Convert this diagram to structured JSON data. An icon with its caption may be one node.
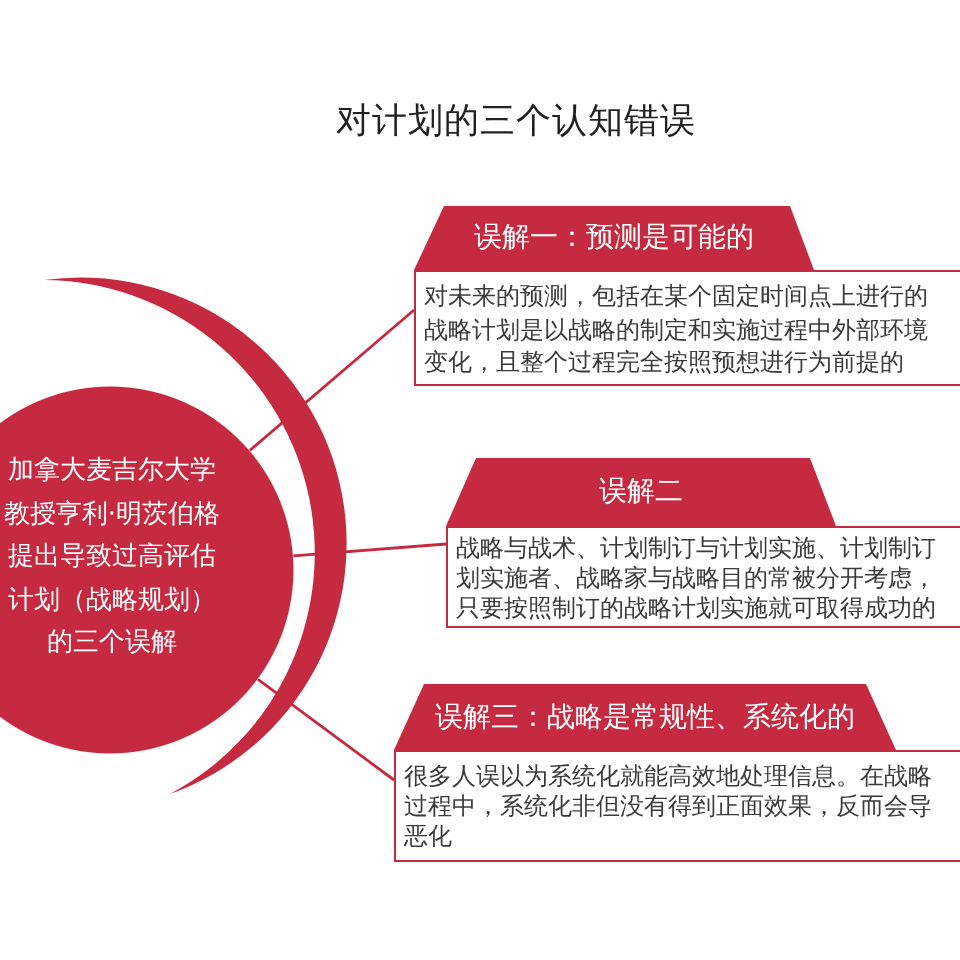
{
  "diagram": {
    "title": "对计划的三个认知错误",
    "nodes": [
      {
        "text": [
          "加拿大麦吉尔大学教授亨利·明茨伯格提出导致过高评估计划（战略规划）的三个误解"
        ]
      },
      {
        "text": [
          "误解一：预测是可能的",
          "对未来的预测，包括在某个固定时间点上进行的战略计划是以战略的制定和实施过程中外部环境变化，且整个过程完全按照预想进行为前提的"
        ]
      },
      {
        "text": [
          "误解二",
          "战略与战术、计划制订与计划实施、计划制订划实施者、战略家与战略目的常被分开考虑，只要按照制订的战略计划实施就可取得成功的"
        ]
      },
      {
        "text": [
          "误解三：战略是常规性、系统化的",
          "很多人误以为系统化就能高效地处理信息。在战略过程中，系统化非但没有得到正面效果，反而会导恶化"
        ]
      }
    ],
    "edges": [
      {
        "from": 0,
        "to": 1,
        "arrow": "none"
      },
      {
        "from": 0,
        "to": 2,
        "arrow": "none"
      },
      {
        "from": 0,
        "to": 3,
        "arrow": "none"
      }
    ]
  }
}
